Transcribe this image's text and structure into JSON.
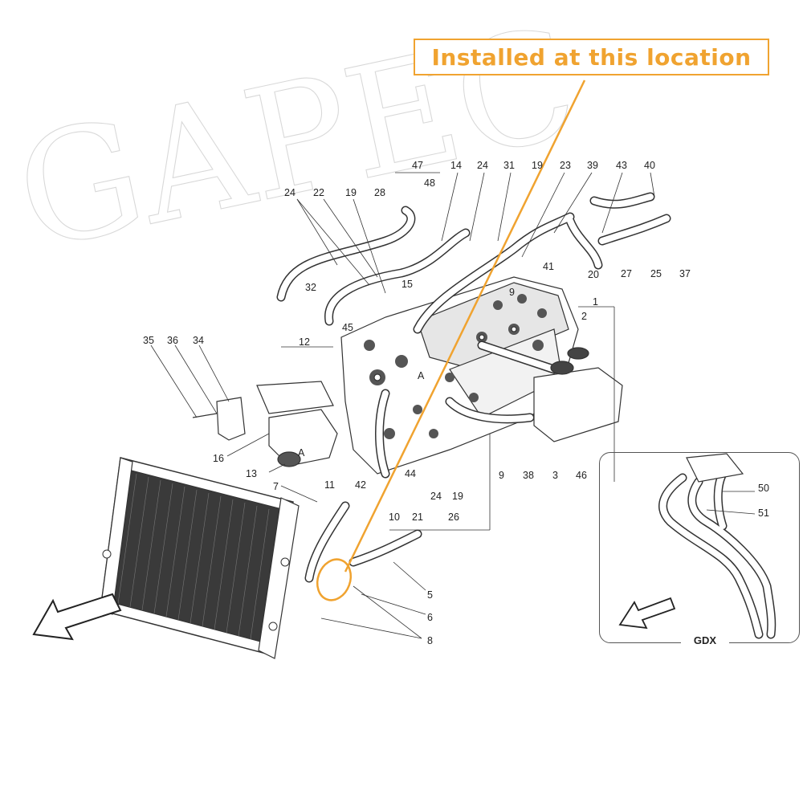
{
  "callout": {
    "text": "Installed at this location",
    "color": "#f0a330"
  },
  "inset": {
    "label": "GDX"
  },
  "watermark": {
    "text": "GAPEC"
  },
  "part_labels": [
    "47",
    "14",
    "24",
    "31",
    "19",
    "23",
    "39",
    "43",
    "40",
    "48",
    "28",
    "24",
    "22",
    "19",
    "9",
    "41",
    "20",
    "15",
    "32",
    "27",
    "25",
    "37",
    "45",
    "1",
    "2",
    "35",
    "36",
    "34",
    "12",
    "A",
    "A",
    "16",
    "13",
    "11",
    "42",
    "44",
    "24",
    "19",
    "9",
    "38",
    "3",
    "46",
    "7",
    "10",
    "21",
    "26",
    "5",
    "6",
    "8",
    "50",
    "51"
  ]
}
